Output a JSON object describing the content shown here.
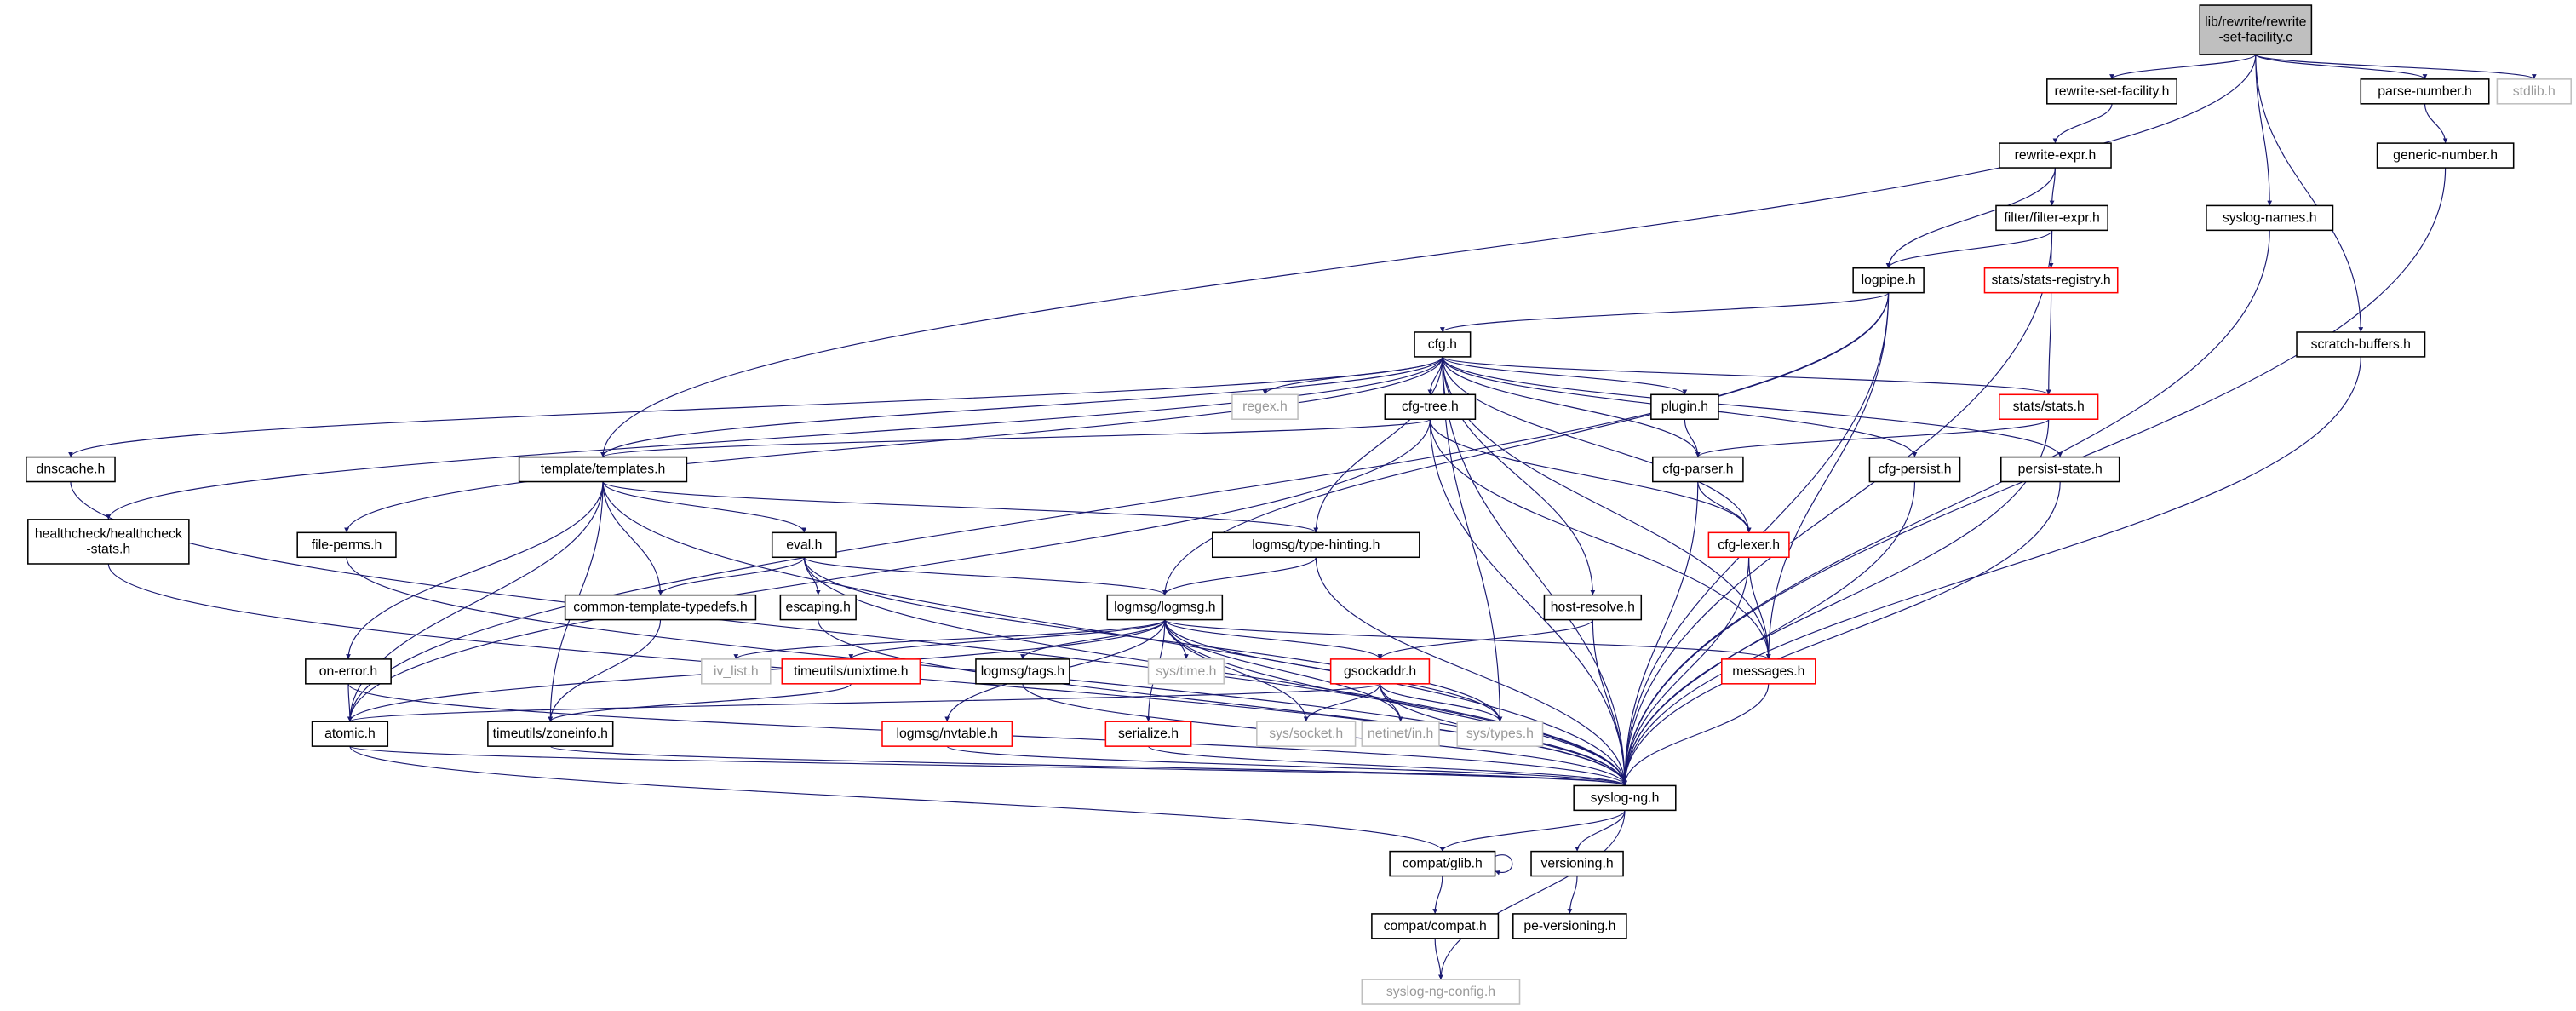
{
  "graph": {
    "edge_color": "#191970",
    "border_missing_color": "#ff0000",
    "border_system_color": "#bfbfbf",
    "root_fill": "#bfbfbf",
    "nodes": [
      {
        "id": "root",
        "label": [
          "lib/rewrite/rewrite",
          "-set-facility.c"
        ],
        "kind": "root"
      },
      {
        "id": "rsf",
        "label": [
          "rewrite-set-facility.h"
        ],
        "kind": "normal"
      },
      {
        "id": "parsenum",
        "label": [
          "parse-number.h"
        ],
        "kind": "normal"
      },
      {
        "id": "stdlib",
        "label": [
          "stdlib.h"
        ],
        "kind": "gray"
      },
      {
        "id": "rexpr",
        "label": [
          "rewrite-expr.h"
        ],
        "kind": "normal"
      },
      {
        "id": "gennum",
        "label": [
          "generic-number.h"
        ],
        "kind": "normal"
      },
      {
        "id": "fexpr",
        "label": [
          "filter/filter-expr.h"
        ],
        "kind": "normal"
      },
      {
        "id": "sysnames",
        "label": [
          "syslog-names.h"
        ],
        "kind": "normal"
      },
      {
        "id": "logpipe",
        "label": [
          "logpipe.h"
        ],
        "kind": "normal"
      },
      {
        "id": "statsreg",
        "label": [
          "stats/stats-registry.h"
        ],
        "kind": "red"
      },
      {
        "id": "cfg",
        "label": [
          "cfg.h"
        ],
        "kind": "normal"
      },
      {
        "id": "scratch",
        "label": [
          "scratch-buffers.h"
        ],
        "kind": "normal"
      },
      {
        "id": "regex",
        "label": [
          "regex.h"
        ],
        "kind": "gray"
      },
      {
        "id": "cfgtree",
        "label": [
          "cfg-tree.h"
        ],
        "kind": "normal"
      },
      {
        "id": "plugin",
        "label": [
          "plugin.h"
        ],
        "kind": "normal"
      },
      {
        "id": "stats",
        "label": [
          "stats/stats.h"
        ],
        "kind": "red"
      },
      {
        "id": "dnscache",
        "label": [
          "dnscache.h"
        ],
        "kind": "normal"
      },
      {
        "id": "templates",
        "label": [
          "template/templates.h"
        ],
        "kind": "normal"
      },
      {
        "id": "cfgparser",
        "label": [
          "cfg-parser.h"
        ],
        "kind": "normal"
      },
      {
        "id": "cfgpersist",
        "label": [
          "cfg-persist.h"
        ],
        "kind": "normal"
      },
      {
        "id": "persist",
        "label": [
          "persist-state.h"
        ],
        "kind": "normal"
      },
      {
        "id": "health",
        "label": [
          "healthcheck/healthcheck",
          "-stats.h"
        ],
        "kind": "normal"
      },
      {
        "id": "fileperms",
        "label": [
          "file-perms.h"
        ],
        "kind": "normal"
      },
      {
        "id": "eval",
        "label": [
          "eval.h"
        ],
        "kind": "normal"
      },
      {
        "id": "typehint",
        "label": [
          "logmsg/type-hinting.h"
        ],
        "kind": "normal"
      },
      {
        "id": "cfglexer",
        "label": [
          "cfg-lexer.h"
        ],
        "kind": "red"
      },
      {
        "id": "ctt",
        "label": [
          "common-template-typedefs.h"
        ],
        "kind": "normal"
      },
      {
        "id": "escaping",
        "label": [
          "escaping.h"
        ],
        "kind": "normal"
      },
      {
        "id": "logmsg",
        "label": [
          "logmsg/logmsg.h"
        ],
        "kind": "normal"
      },
      {
        "id": "hostres",
        "label": [
          "host-resolve.h"
        ],
        "kind": "normal"
      },
      {
        "id": "onerror",
        "label": [
          "on-error.h"
        ],
        "kind": "normal"
      },
      {
        "id": "ivlist",
        "label": [
          "iv_list.h"
        ],
        "kind": "gray"
      },
      {
        "id": "unixtime",
        "label": [
          "timeutils/unixtime.h"
        ],
        "kind": "red"
      },
      {
        "id": "tags",
        "label": [
          "logmsg/tags.h"
        ],
        "kind": "normal"
      },
      {
        "id": "systime",
        "label": [
          "sys/time.h"
        ],
        "kind": "gray"
      },
      {
        "id": "gsock",
        "label": [
          "gsockaddr.h"
        ],
        "kind": "red"
      },
      {
        "id": "messages",
        "label": [
          "messages.h"
        ],
        "kind": "red"
      },
      {
        "id": "atomic",
        "label": [
          "atomic.h"
        ],
        "kind": "normal"
      },
      {
        "id": "zoneinfo",
        "label": [
          "timeutils/zoneinfo.h"
        ],
        "kind": "normal"
      },
      {
        "id": "nvtable",
        "label": [
          "logmsg/nvtable.h"
        ],
        "kind": "red"
      },
      {
        "id": "serialize",
        "label": [
          "serialize.h"
        ],
        "kind": "red"
      },
      {
        "id": "syssocket",
        "label": [
          "sys/socket.h"
        ],
        "kind": "gray"
      },
      {
        "id": "netinet",
        "label": [
          "netinet/in.h"
        ],
        "kind": "gray"
      },
      {
        "id": "systypes",
        "label": [
          "sys/types.h"
        ],
        "kind": "gray"
      },
      {
        "id": "syslogng",
        "label": [
          "syslog-ng.h"
        ],
        "kind": "normal"
      },
      {
        "id": "glib",
        "label": [
          "compat/glib.h"
        ],
        "kind": "normal"
      },
      {
        "id": "versioning",
        "label": [
          "versioning.h"
        ],
        "kind": "normal"
      },
      {
        "id": "compat",
        "label": [
          "compat/compat.h"
        ],
        "kind": "normal"
      },
      {
        "id": "pever",
        "label": [
          "pe-versioning.h"
        ],
        "kind": "normal"
      },
      {
        "id": "config",
        "label": [
          "syslog-ng-config.h"
        ],
        "kind": "gray"
      }
    ],
    "edges": [
      [
        "root",
        "rsf"
      ],
      [
        "root",
        "sysnames"
      ],
      [
        "root",
        "scratch"
      ],
      [
        "root",
        "parsenum"
      ],
      [
        "root",
        "stdlib"
      ],
      [
        "root",
        "templates"
      ],
      [
        "rsf",
        "rexpr"
      ],
      [
        "parsenum",
        "gennum"
      ],
      [
        "rexpr",
        "logpipe"
      ],
      [
        "rexpr",
        "fexpr"
      ],
      [
        "fexpr",
        "logpipe"
      ],
      [
        "fexpr",
        "statsreg"
      ],
      [
        "fexpr",
        "syslogng"
      ],
      [
        "sysnames",
        "syslogng"
      ],
      [
        "gennum",
        "syslogng"
      ],
      [
        "scratch",
        "syslogng"
      ],
      [
        "statsreg",
        "stats"
      ],
      [
        "logpipe",
        "cfg"
      ],
      [
        "logpipe",
        "atomic"
      ],
      [
        "logpipe",
        "logmsg"
      ],
      [
        "logpipe",
        "messages"
      ],
      [
        "logpipe",
        "syslogng"
      ],
      [
        "cfg",
        "dnscache"
      ],
      [
        "cfg",
        "health"
      ],
      [
        "cfg",
        "fileperms"
      ],
      [
        "cfg",
        "templates"
      ],
      [
        "cfg",
        "regex"
      ],
      [
        "cfg",
        "cfgtree"
      ],
      [
        "cfg",
        "plugin"
      ],
      [
        "cfg",
        "cfgparser"
      ],
      [
        "cfg",
        "cfglexer"
      ],
      [
        "cfg",
        "stats"
      ],
      [
        "cfg",
        "cfgpersist"
      ],
      [
        "cfg",
        "persist"
      ],
      [
        "cfg",
        "typehint"
      ],
      [
        "cfg",
        "hostres"
      ],
      [
        "cfg",
        "systypes"
      ],
      [
        "cfg",
        "messages"
      ],
      [
        "cfg",
        "syslogng"
      ],
      [
        "cfgtree",
        "templates"
      ],
      [
        "cfgtree",
        "atomic"
      ],
      [
        "cfgtree",
        "cfglexer"
      ],
      [
        "cfgtree",
        "messages"
      ],
      [
        "cfgtree",
        "syslogng"
      ],
      [
        "plugin",
        "cfgparser"
      ],
      [
        "stats",
        "cfgparser"
      ],
      [
        "stats",
        "syslogng"
      ],
      [
        "cfgparser",
        "cfglexer"
      ],
      [
        "cfgparser",
        "syslogng"
      ],
      [
        "cfgpersist",
        "syslogng"
      ],
      [
        "persist",
        "syslogng"
      ],
      [
        "cfglexer",
        "messages"
      ],
      [
        "cfglexer",
        "syslogng"
      ],
      [
        "dnscache",
        "syslogng"
      ],
      [
        "health",
        "syslogng"
      ],
      [
        "fileperms",
        "syslogng"
      ],
      [
        "templates",
        "eval"
      ],
      [
        "templates",
        "ctt"
      ],
      [
        "templates",
        "typehint"
      ],
      [
        "templates",
        "onerror"
      ],
      [
        "templates",
        "atomic"
      ],
      [
        "templates",
        "zoneinfo"
      ],
      [
        "templates",
        "syslogng"
      ],
      [
        "eval",
        "ctt"
      ],
      [
        "eval",
        "escaping"
      ],
      [
        "eval",
        "logmsg"
      ],
      [
        "eval",
        "systypes"
      ],
      [
        "eval",
        "syslogng"
      ],
      [
        "ctt",
        "zoneinfo"
      ],
      [
        "escaping",
        "syslogng"
      ],
      [
        "typehint",
        "logmsg"
      ],
      [
        "typehint",
        "syslogng"
      ],
      [
        "logmsg",
        "atomic"
      ],
      [
        "logmsg",
        "ivlist"
      ],
      [
        "logmsg",
        "unixtime"
      ],
      [
        "logmsg",
        "tags"
      ],
      [
        "logmsg",
        "systime"
      ],
      [
        "logmsg",
        "gsock"
      ],
      [
        "logmsg",
        "messages"
      ],
      [
        "logmsg",
        "nvtable"
      ],
      [
        "logmsg",
        "serialize"
      ],
      [
        "logmsg",
        "syssocket"
      ],
      [
        "logmsg",
        "netinet"
      ],
      [
        "logmsg",
        "systypes"
      ],
      [
        "logmsg",
        "syslogng"
      ],
      [
        "hostres",
        "gsock"
      ],
      [
        "hostres",
        "syslogng"
      ],
      [
        "onerror",
        "atomic"
      ],
      [
        "onerror",
        "syslogng"
      ],
      [
        "unixtime",
        "zoneinfo"
      ],
      [
        "tags",
        "syslogng"
      ],
      [
        "gsock",
        "atomic"
      ],
      [
        "gsock",
        "syssocket"
      ],
      [
        "gsock",
        "netinet"
      ],
      [
        "gsock",
        "systypes"
      ],
      [
        "gsock",
        "syslogng"
      ],
      [
        "messages",
        "syslogng"
      ],
      [
        "atomic",
        "glib"
      ],
      [
        "atomic",
        "syslogng"
      ],
      [
        "zoneinfo",
        "syslogng"
      ],
      [
        "nvtable",
        "syslogng"
      ],
      [
        "serialize",
        "syslogng"
      ],
      [
        "syslogng",
        "glib"
      ],
      [
        "syslogng",
        "versioning"
      ],
      [
        "syslogng",
        "config"
      ],
      [
        "glib",
        "glib"
      ],
      [
        "glib",
        "compat"
      ],
      [
        "compat",
        "config"
      ],
      [
        "versioning",
        "pever"
      ]
    ]
  }
}
